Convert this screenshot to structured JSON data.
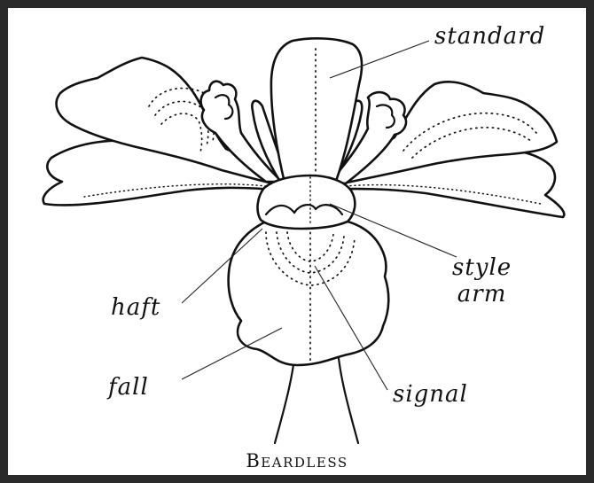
{
  "labels": {
    "standard": "standard",
    "style_arm_line1": "style",
    "style_arm_line2": "arm",
    "haft": "haft",
    "fall": "fall",
    "signal": "signal"
  },
  "caption": "Beardless"
}
